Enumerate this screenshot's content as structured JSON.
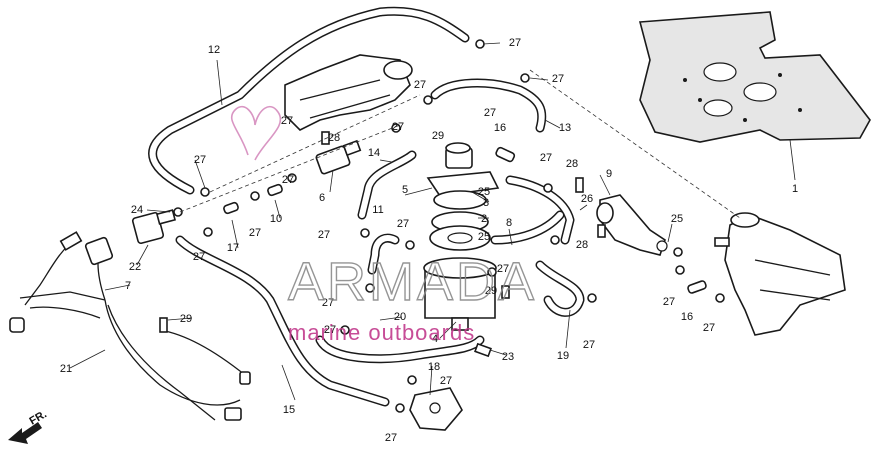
{
  "diagram": {
    "direction_marker": "FR.",
    "callouts": [
      "1",
      "2",
      "3",
      "4",
      "5",
      "6",
      "7",
      "8",
      "9",
      "10",
      "11",
      "12",
      "13",
      "14",
      "15",
      "16",
      "17",
      "18",
      "19",
      "20",
      "21",
      "22",
      "23",
      "24",
      "25",
      "26",
      "27",
      "28",
      "29"
    ]
  },
  "watermark": {
    "brand": "ARMADA",
    "tagline": "marine outboards",
    "accent_color": "#c23a8c"
  }
}
